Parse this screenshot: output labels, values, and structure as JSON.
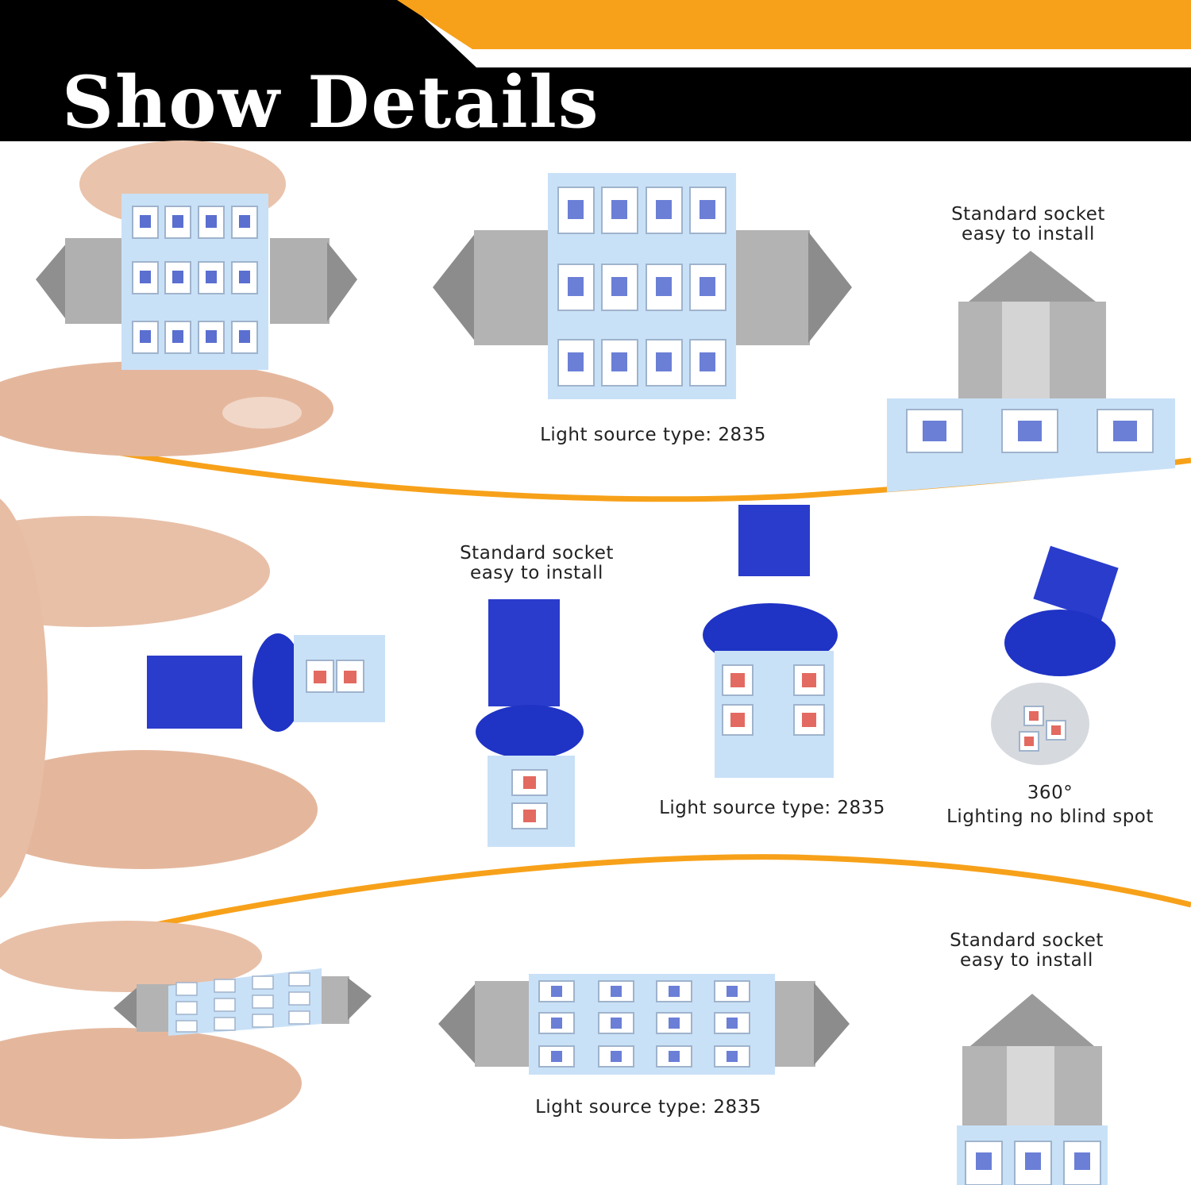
{
  "header": {
    "title": "Show Details",
    "accent_color": "#F7A11A",
    "bar_color": "#000000"
  },
  "captions": {
    "row1_standard_socket": [
      "Standard socket",
      "easy to install"
    ],
    "row1_light_source": "Light source type: 2835",
    "row2_standard_socket": [
      "Standard socket",
      "easy to install"
    ],
    "row2_light_source": "Light source type: 2835",
    "row2_360": [
      "360°",
      "Lighting no blind spot"
    ],
    "row3_standard_socket": [
      "Standard socket",
      "easy to install"
    ],
    "row3_light_source": "Light source type: 2835"
  },
  "colors": {
    "pcb": "#c9e1f7",
    "led_blue": "#3b4fc8",
    "metal": "#a9a9a9",
    "skin": "#e8bfa6"
  },
  "icons": [
    "festoon-bulb-icon",
    "t10-wedge-bulb-icon",
    "finger-icon"
  ]
}
